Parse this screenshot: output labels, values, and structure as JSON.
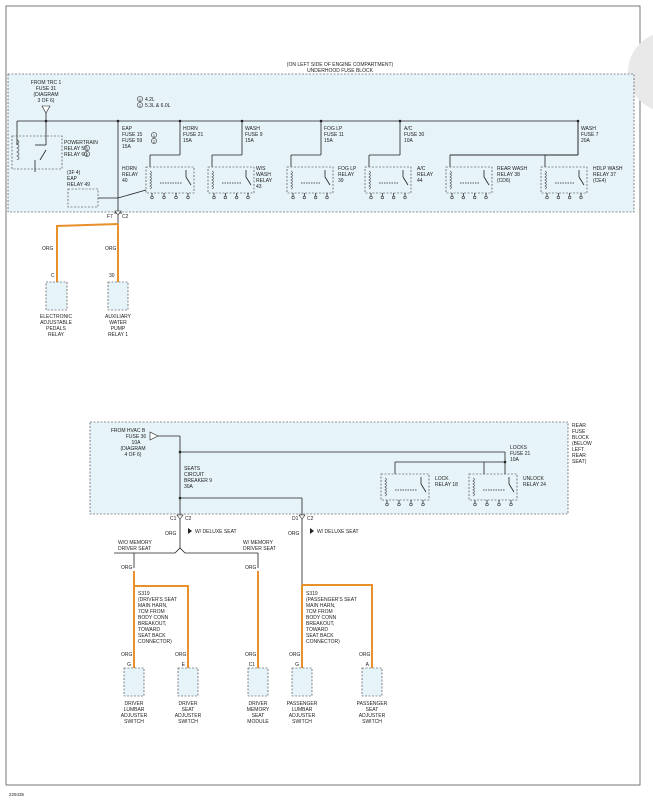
{
  "diagram_id": "229435",
  "top_block": {
    "location": "(ON LEFT SIDE OF ENGINE COMPARTMENT)",
    "name": "UNDERHOOD FUSE BLOCK",
    "from": [
      "FROM TRC 1",
      "FUSE 31",
      "(DIAGRAM",
      "3 OF 6)"
    ],
    "notes": [
      "4.2L",
      "5.3L & 6.0L"
    ],
    "note_nums": [
      "1",
      "2"
    ],
    "powertrain_relay": [
      "POWERTRAIN",
      "RELAY 57",
      "RELAY 60"
    ],
    "eap_relay": [
      "(3F 4)",
      "EAP",
      "RELAY 49"
    ],
    "fuses": [
      {
        "lines": [
          "EAP",
          "FUSE 15",
          "FUSE 59",
          "15A"
        ]
      },
      {
        "lines": [
          "HORN",
          "FUSE 21",
          "15A"
        ]
      },
      {
        "lines": [
          "WASH",
          "FUSE 9",
          "15A"
        ]
      },
      {
        "lines": [
          "FOG LP",
          "FUSE 11",
          "15A"
        ]
      },
      {
        "lines": [
          "A/C",
          "FUSE 30",
          "10A"
        ]
      },
      {
        "lines": [
          "WASH",
          "FUSE 7",
          "20A"
        ]
      }
    ],
    "relays": [
      {
        "lines": [
          "HORN",
          "RELAY",
          "40"
        ]
      },
      {
        "lines": [
          "W/S",
          "WASH",
          "RELAY",
          "43"
        ]
      },
      {
        "lines": [
          "FOG LP",
          "RELAY",
          "39"
        ]
      },
      {
        "lines": [
          "A/C",
          "RELAY",
          "44"
        ]
      },
      {
        "lines": [
          "REAR WASH",
          "RELAY 38",
          "(CD6)"
        ]
      },
      {
        "lines": [
          "HDLP WASH",
          "RELAY 37",
          "(CE4)"
        ]
      }
    ],
    "connector_pins": [
      "F7",
      "C2"
    ]
  },
  "top_wires": [
    {
      "color": "ORG",
      "pin": "C",
      "component": [
        "ELECTRONIC",
        "ADJUSTABLE",
        "PEDALS",
        "RELAY"
      ]
    },
    {
      "color": "ORG",
      "pin": "30",
      "component": [
        "AUXILIARY",
        "WATER",
        "PUMP",
        "RELAY 1"
      ]
    }
  ],
  "rear_block": {
    "name": [
      "REAR",
      "FUSE",
      "BLOCK",
      "(BELOW",
      "LEFT",
      "REAR",
      "SEAT)"
    ],
    "from": [
      "FROM HVAC B",
      "FUSE 36",
      "10A",
      "(DIAGRAM",
      "4 OF 6)"
    ],
    "breaker": [
      "SEATS",
      "CIRCUIT",
      "BREAKER 9",
      "30A"
    ],
    "locks_fuse": [
      "LOCKS",
      "FUSE 21",
      "10A"
    ],
    "lock_relay": [
      "LOCK",
      "RELAY 18"
    ],
    "unlock_relay": [
      "UNLOCK",
      "RELAY 24"
    ],
    "pins_left": [
      "C1",
      "C2"
    ],
    "pins_right": [
      "D1",
      "C2"
    ]
  },
  "option_labels": {
    "deluxe_left": "W/ DELUXE SEAT",
    "deluxe_right": "W/ DELUXE SEAT",
    "wo_memory": [
      "W/O MEMORY",
      "DRIVER SEAT"
    ],
    "w_memory": [
      "W/ MEMORY",
      "DRIVER SEAT"
    ]
  },
  "wire_color": "ORG",
  "splices": {
    "driver": [
      "S319",
      "(DRIVER'S SEAT",
      "MAIN HARN,",
      "7CM FROM",
      "BODY CONN",
      "BREAKOUT,",
      "TOWARD",
      "SEAT BACK",
      "CONNECTOR)"
    ],
    "passenger": [
      "S319",
      "(PASSENGER'S SEAT",
      "MAIN HARN,",
      "7CM FROM",
      "BODY CONN",
      "BREAKOUT,",
      "TOWARD",
      "SEAT BACK",
      "CONNECTOR)"
    ]
  },
  "bottom_components": [
    {
      "pin": "G",
      "label": [
        "DRIVER",
        "LUMBAR",
        "ADJUSTER",
        "SWITCH"
      ]
    },
    {
      "pin": "E",
      "label": [
        "DRIVER",
        "SEAT",
        "ADJUSTER",
        "SWITCH"
      ]
    },
    {
      "pin": "C1",
      "label": [
        "DRIVER",
        "MEMORY",
        "SEAT",
        "MODULE"
      ]
    },
    {
      "pin": "G",
      "label": [
        "PASSENGER",
        "LUMBAR",
        "ADJUSTER",
        "SWITCH"
      ]
    },
    {
      "pin": "A",
      "label": [
        "PASSENGER",
        "SEAT",
        "ADJUSTER",
        "SWITCH"
      ]
    }
  ],
  "colors": {
    "orange_wire": "#e8902a",
    "block_fill": "#e6f3f8",
    "line": "#222222"
  }
}
